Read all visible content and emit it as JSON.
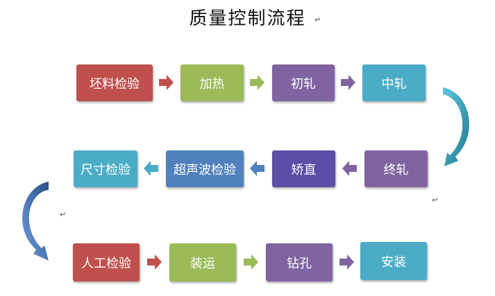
{
  "title": "质量控制流程",
  "paragraph_mark": "↵",
  "colors": {
    "red": "#c0504d",
    "green": "#9bbb59",
    "purple": "#8064a2",
    "cyan": "#4bacc6",
    "blue": "#4f81bd",
    "indigo": "#5a4ea6"
  },
  "rows": [
    [
      "坯料检验",
      "加热",
      "初轧",
      "中轧"
    ],
    [
      "尺寸检验",
      "超声波检验",
      "矫直",
      "终轧"
    ],
    [
      "人工检验",
      "装运",
      "钻孔",
      "安装"
    ]
  ]
}
